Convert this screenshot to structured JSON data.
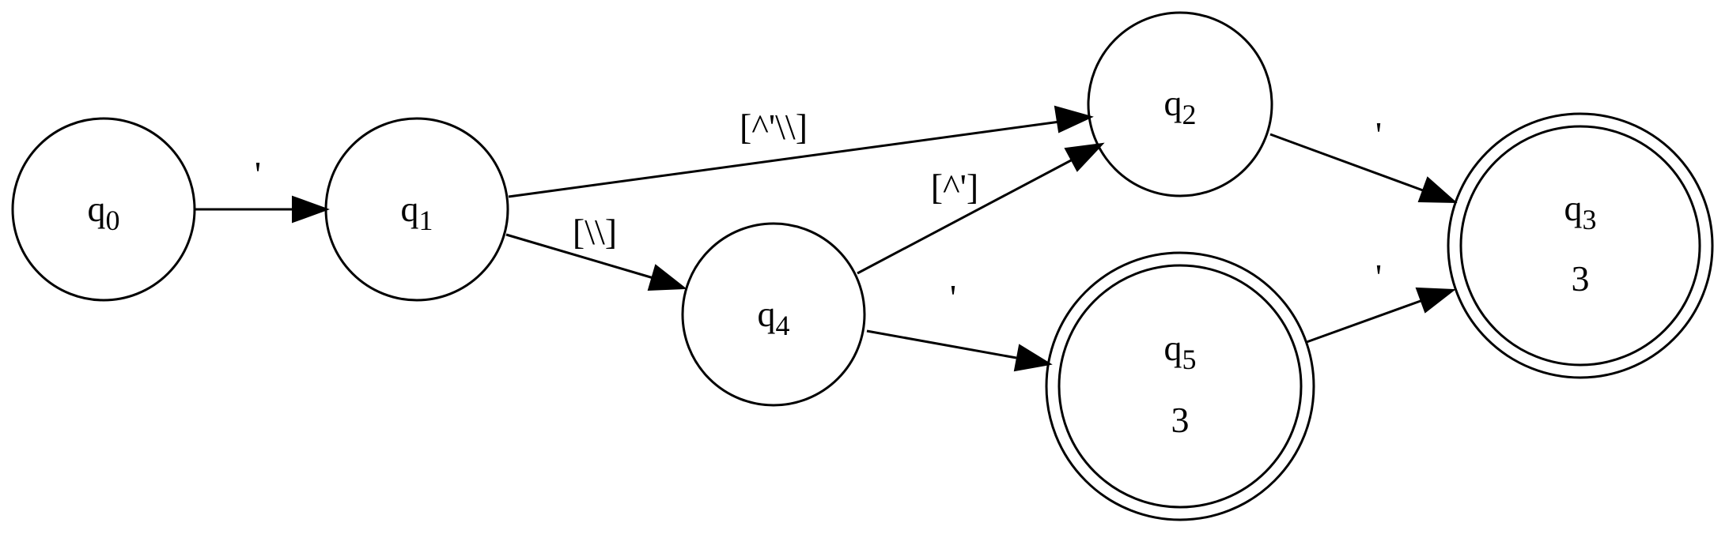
{
  "diagram": {
    "nodes": {
      "q0": {
        "name": "q",
        "sub": "0"
      },
      "q1": {
        "name": "q",
        "sub": "1"
      },
      "q2": {
        "name": "q",
        "sub": "2"
      },
      "q3": {
        "name": "q",
        "sub": "3",
        "value": "3"
      },
      "q4": {
        "name": "q",
        "sub": "4"
      },
      "q5": {
        "name": "q",
        "sub": "5",
        "value": "3"
      }
    },
    "edges": {
      "q0_q1": "'",
      "q1_q2": "[^'\\\\]",
      "q1_q4": "[\\\\]",
      "q4_q2": "[^']",
      "q4_q5": "'",
      "q2_q3": "'",
      "q5_q3": "'"
    }
  }
}
